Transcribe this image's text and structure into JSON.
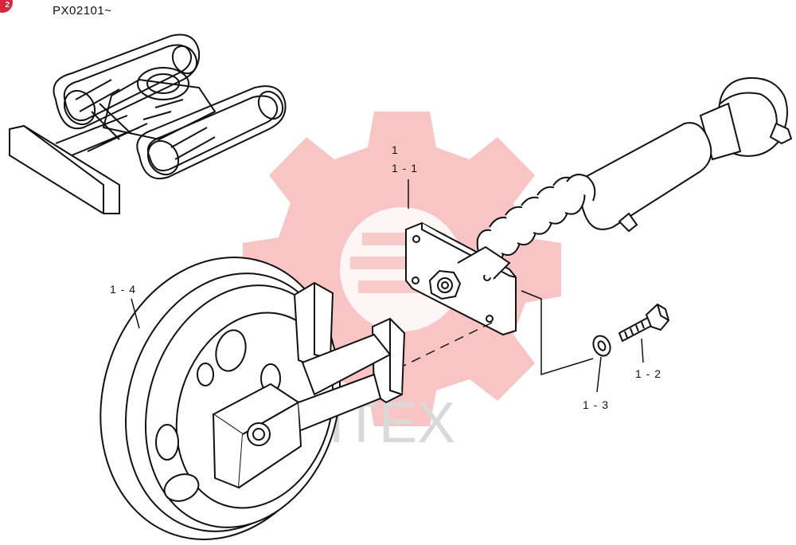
{
  "header": {
    "badge_text": "2",
    "serial_range": "PX02101~"
  },
  "watermark": {
    "text": "HTEX",
    "color": "#f08a8a"
  },
  "callouts": {
    "assembly": "1",
    "bracket": "1 - 1",
    "bolt": "1 - 2",
    "washer": "1 - 3",
    "idler": "1 - 4"
  },
  "colors": {
    "line": "#111111",
    "watermark": "#f3a3a3"
  }
}
